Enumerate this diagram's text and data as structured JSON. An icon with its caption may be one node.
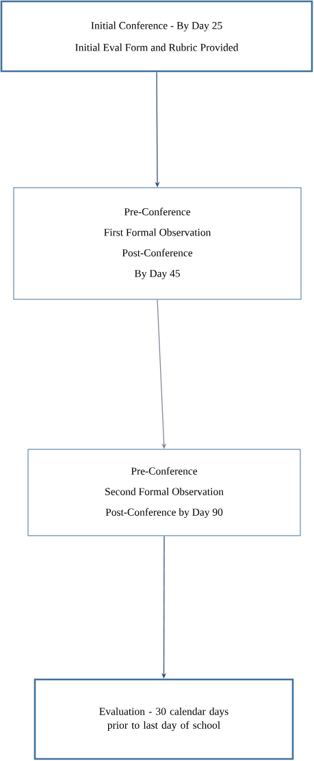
{
  "diagram": {
    "nodes": [
      {
        "text": [
          "Initial Conference - By Day 25",
          "Initial Eval Form and Rubric Provided"
        ]
      },
      {
        "text": [
          "Pre-Conference",
          "First Formal Observation",
          "Post-Conference",
          "By Day 45"
        ]
      },
      {
        "text": [
          "Pre-Conference",
          "Second Formal Observation",
          "Post-Conference by Day 90"
        ]
      },
      {
        "text": [
          "Evaluation - 30 calendar days prior to last day of school"
        ]
      }
    ],
    "edges": [
      {
        "from": 0,
        "to": 1,
        "arrow": "to"
      },
      {
        "from": 1,
        "to": 2,
        "arrow": "to",
        "color": "#7f8796"
      },
      {
        "from": 2,
        "to": 3,
        "arrow": "to"
      }
    ]
  }
}
